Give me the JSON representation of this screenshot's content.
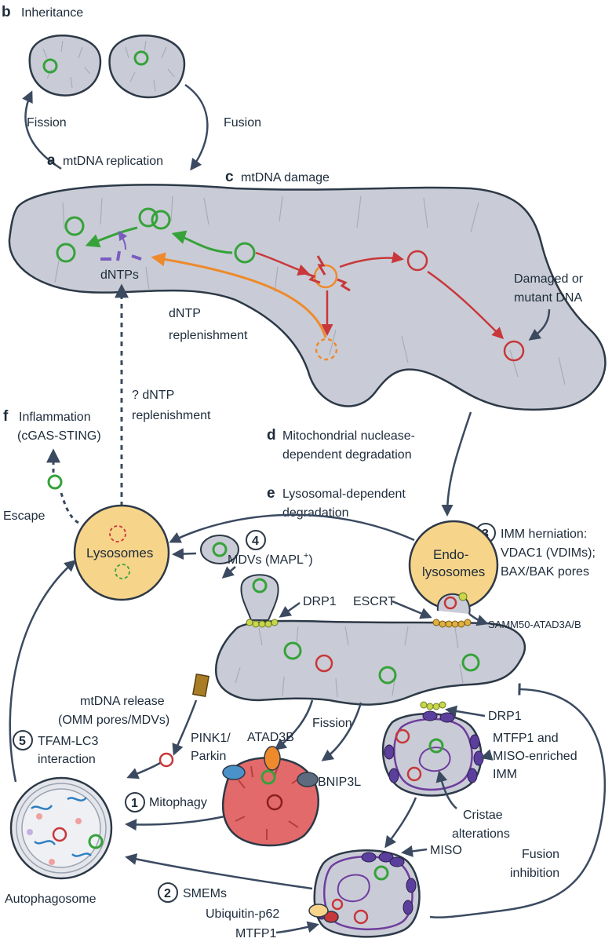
{
  "labels": {
    "b_letter": "b",
    "inheritance": "Inheritance",
    "fission_top": "Fission",
    "fusion_top": "Fusion",
    "a_letter": "a",
    "mtdna_replication": "mtDNA replication",
    "c_letter": "c",
    "mtdna_damage": "mtDNA damage",
    "dntps": "dNTPs",
    "dntp_replenishment_1": "dNTP",
    "dntp_replenishment_2": "replenishment",
    "damaged_1": "Damaged or",
    "damaged_2": "mutant DNA",
    "q_dntp_1": "? dNTP",
    "q_dntp_2": "replenishment",
    "f_letter": "f",
    "inflammation_1": "Inflammation",
    "inflammation_2": "(cGAS-STING)",
    "d_letter": "d",
    "nuclease_1": "Mitochondrial nuclease-",
    "nuclease_2": "dependent degradation",
    "e_letter": "e",
    "lysosomal_1": "Lysosomal-dependent",
    "lysosomal_2": "degradation",
    "escape": "Escape",
    "lysosomes": "Lysosomes",
    "num_3": "3",
    "imm_1": "IMM herniation:",
    "imm_2": "VDAC1 (VDIMs);",
    "imm_3": "BAX/BAK pores",
    "num_4": "4",
    "mdvs": "MDVs (MAPL",
    "mdvs_sup": "+",
    "mdvs_close": ")",
    "endo_1": "Endo-",
    "endo_2": "lysosomes",
    "drp1_top": "DRP1",
    "escrt": "ESCRT",
    "samm50": "SAMM50-ATAD3A/B",
    "mtdna_release_1": "mtDNA release",
    "mtdna_release_2": "(OMM pores/MDVs)",
    "fission_mid": "Fission",
    "drp1_right": "DRP1",
    "num_5": "5",
    "tfam_1": "TFAM-LC3",
    "tfam_2": "interaction",
    "pink1_1": "PINK1/",
    "pink1_2": "Parkin",
    "atad3b": "ATAD3B",
    "mtfp1_1": "MTFP1 and",
    "mtfp1_2": "MISO-enriched",
    "mtfp1_3": "IMM",
    "bnip3l": "BNIP3L",
    "num_1": "1",
    "mitophagy": "Mitophagy",
    "cristae_1": "Cristae",
    "cristae_2": "alterations",
    "miso": "MISO",
    "fusion_inhib_1": "Fusion",
    "fusion_inhib_2": "inhibition",
    "autophagosome": "Autophagosome",
    "num_2": "2",
    "smems": "SMEMs",
    "ubiquitin": "Ubiquitin-p62",
    "mtfp1_bottom": "MTFP1"
  },
  "colors": {
    "mito_fill": "#c9ccd6",
    "outline": "#2d3947",
    "arrow_navy": "#3b4a60",
    "mtdna_green": "#36a23a",
    "damage_red": "#c8373a",
    "replenish_orange": "#ee8a2c",
    "dntp_purple": "#7a5cc0",
    "lysosome_fill": "#f6d48a",
    "mitophagy_fill": "#e36a6a",
    "miso_purple": "#5b3f9c",
    "ecrt_yellow": "#c9d64a"
  }
}
